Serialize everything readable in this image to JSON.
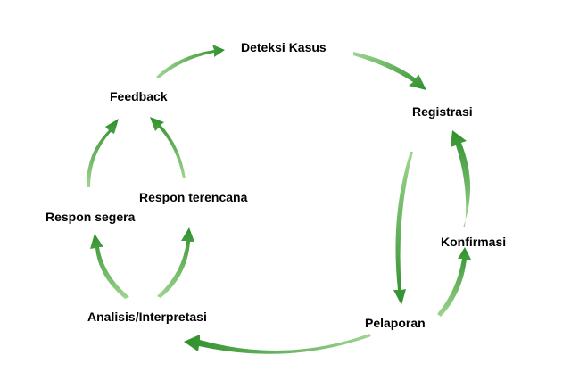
{
  "colors": {
    "arrow": "#3a9c35",
    "arrow_light": "#7cc46f",
    "text": "#000000"
  },
  "nodes": {
    "deteksi_kasus": "Deteksi Kasus",
    "registrasi": "Registrasi",
    "konfirmasi": "Konfirmasi",
    "pelaporan": "Pelaporan",
    "analisis": "Analisis/Interpretasi",
    "respon_segera": "Respon segera",
    "respon_terencana": "Respon terencana",
    "feedback": "Feedback"
  }
}
